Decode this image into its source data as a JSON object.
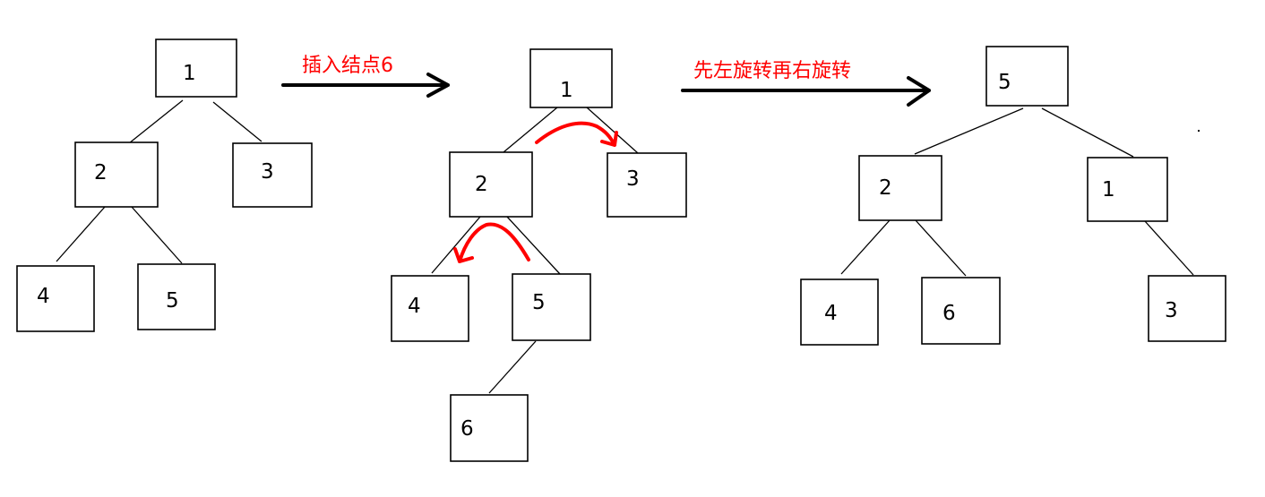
{
  "colors": {
    "annotation": "#ff0000",
    "ink": "#000000",
    "background": "#ffffff"
  },
  "steps": [
    {
      "label": "插入结点6"
    },
    {
      "label": "先左旋转再右旋转"
    }
  ],
  "trees": [
    {
      "nodes": [
        {
          "id": "t1-n1",
          "label": "1"
        },
        {
          "id": "t1-n2",
          "label": "2"
        },
        {
          "id": "t1-n3",
          "label": "3"
        },
        {
          "id": "t1-n4",
          "label": "4"
        },
        {
          "id": "t1-n5",
          "label": "5"
        }
      ]
    },
    {
      "nodes": [
        {
          "id": "t2-n1",
          "label": "1"
        },
        {
          "id": "t2-n2",
          "label": "2"
        },
        {
          "id": "t2-n3",
          "label": "3"
        },
        {
          "id": "t2-n4",
          "label": "4"
        },
        {
          "id": "t2-n5",
          "label": "5"
        },
        {
          "id": "t2-n6",
          "label": "6"
        }
      ]
    },
    {
      "nodes": [
        {
          "id": "t3-n5",
          "label": "5"
        },
        {
          "id": "t3-n2",
          "label": "2"
        },
        {
          "id": "t3-n1",
          "label": "1"
        },
        {
          "id": "t3-n4",
          "label": "4"
        },
        {
          "id": "t3-n6",
          "label": "6"
        },
        {
          "id": "t3-n3",
          "label": "3"
        }
      ]
    }
  ]
}
